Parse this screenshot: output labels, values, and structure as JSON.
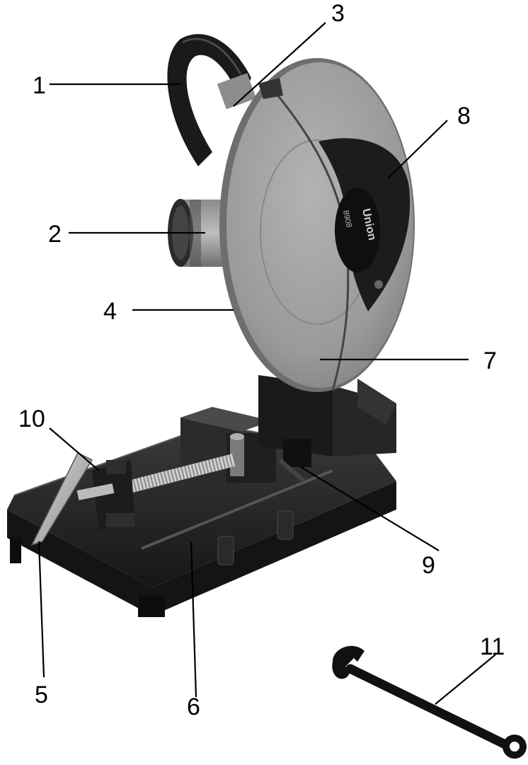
{
  "diagram": {
    "brand_label": "Union",
    "model_label": "8908",
    "colors": {
      "background": "#ffffff",
      "ink": "#000000",
      "guard_grey": "#9a9a9a",
      "dark_metal": "#1e1e1e",
      "mid_grey": "#6a6a6a"
    },
    "callouts": [
      {
        "id": "c1",
        "label": "1"
      },
      {
        "id": "c2",
        "label": "2"
      },
      {
        "id": "c3",
        "label": "3"
      },
      {
        "id": "c4",
        "label": "4"
      },
      {
        "id": "c5",
        "label": "5"
      },
      {
        "id": "c6",
        "label": "6"
      },
      {
        "id": "c7",
        "label": "7"
      },
      {
        "id": "c8",
        "label": "8"
      },
      {
        "id": "c9",
        "label": "9"
      },
      {
        "id": "c10",
        "label": "10"
      },
      {
        "id": "c11",
        "label": "11"
      }
    ]
  }
}
